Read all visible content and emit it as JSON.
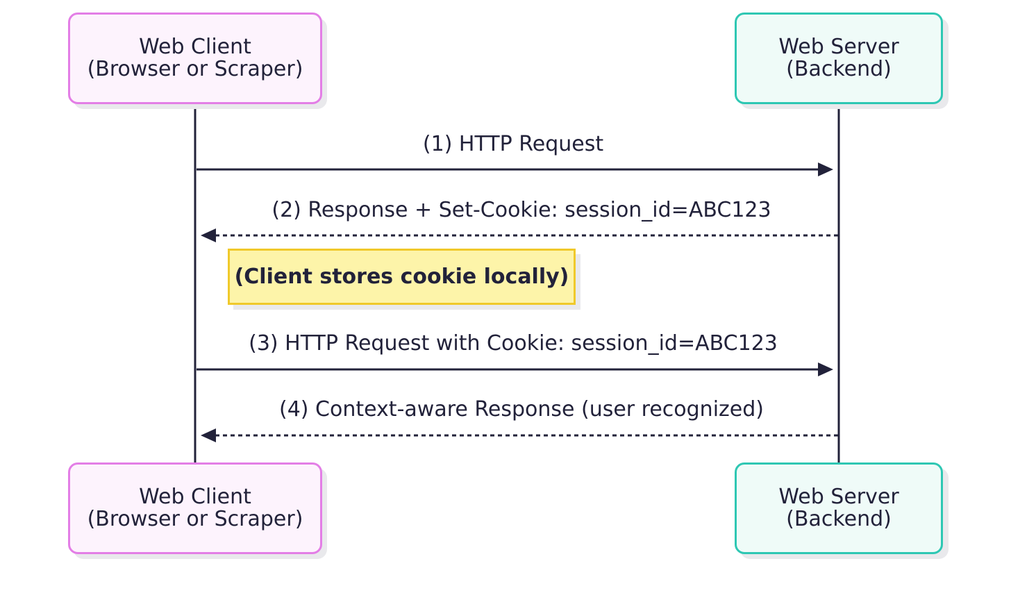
{
  "participants": {
    "client": {
      "line1": "Web Client",
      "line2": "(Browser or Scraper)",
      "fill": "#fdf3fd",
      "border": "#e37ee6"
    },
    "server": {
      "line1": "Web Server",
      "line2": "(Backend)",
      "fill": "#effbf8",
      "border": "#2ec7b3"
    }
  },
  "messages": [
    {
      "label": "(1) HTTP Request",
      "from": "client",
      "to": "server",
      "style": "solid"
    },
    {
      "label": "(2) Response + Set-Cookie: session_id=ABC123",
      "from": "server",
      "to": "client",
      "style": "dashed"
    },
    {
      "label": "(3) HTTP Request with Cookie: session_id=ABC123",
      "from": "client",
      "to": "server",
      "style": "solid"
    },
    {
      "label": "(4) Context-aware Response (user recognized)",
      "from": "server",
      "to": "client",
      "style": "dashed"
    }
  ],
  "note": {
    "text": "(Client stores cookie locally)",
    "fill": "#fdf4a9",
    "border": "#f0c92b"
  },
  "colors": {
    "line": "#22223a",
    "text": "#22223a"
  }
}
